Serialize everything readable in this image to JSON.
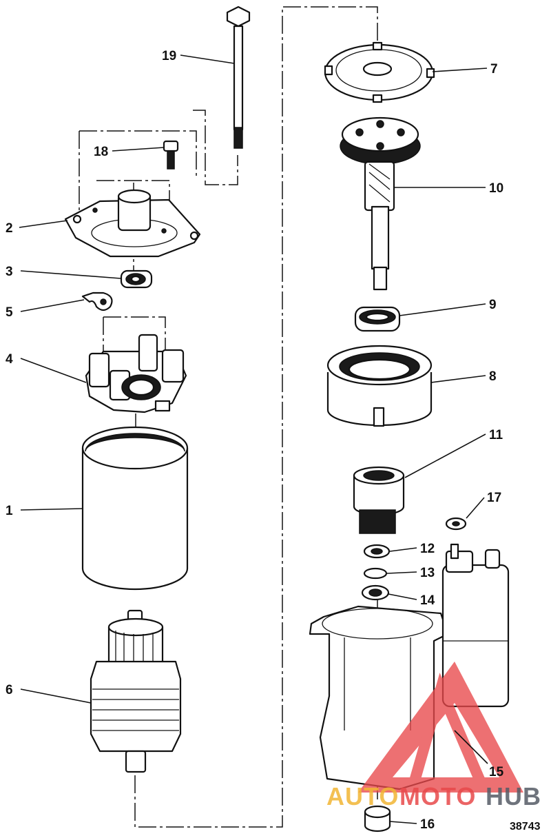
{
  "diagram": {
    "figure_number": "38743",
    "callouts": {
      "c1": "1",
      "c2": "2",
      "c3": "3",
      "c4": "4",
      "c5": "5",
      "c6": "6",
      "c7": "7",
      "c8": "8",
      "c9": "9",
      "c10": "10",
      "c11": "11",
      "c12": "12",
      "c13": "13",
      "c14": "14",
      "c15": "15",
      "c16": "16",
      "c17": "17",
      "c18": "18",
      "c19": "19"
    }
  },
  "watermark": {
    "text_auto": "AUTO",
    "text_moto": "MOTO",
    "text_hub": "HUB",
    "colors": {
      "auto": "#f2b634",
      "moto": "#e8494b",
      "hub": "#555b66"
    }
  }
}
